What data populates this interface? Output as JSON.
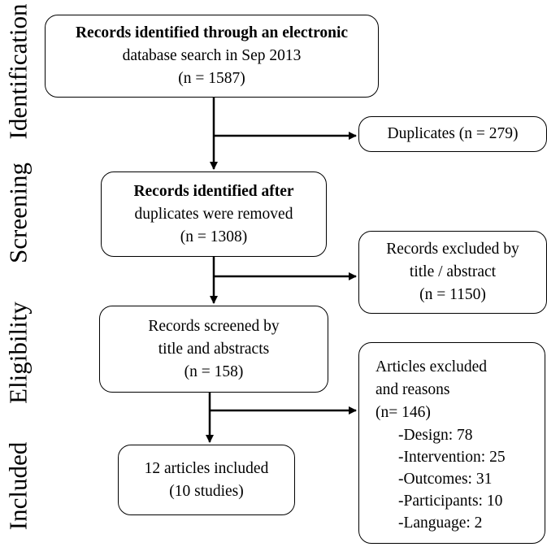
{
  "stages": {
    "identification": "Identification",
    "screening": "Screening",
    "eligibility": "Eligibility",
    "included": "Included"
  },
  "boxes": {
    "identified": {
      "line1": "Records identified through an electronic",
      "line2": "database search in Sep 2013",
      "line3": "(n = 1587)"
    },
    "duplicates": {
      "line1": "Duplicates (n = 279)"
    },
    "after_duplicates": {
      "line1": "Records identified after",
      "line2": "duplicates were removed",
      "line3": "(n = 1308)"
    },
    "excluded_title": {
      "line1": "Records excluded by",
      "line2": "title / abstract",
      "line3": "(n = 1150)"
    },
    "screened": {
      "line1": "Records screened by",
      "line2": "title and abstracts",
      "line3": "(n = 158)"
    },
    "excluded_articles": {
      "line1": "Articles excluded",
      "line2": "and reasons",
      "line3": "(n= 146)",
      "reasons": [
        "-Design: 78",
        "-Intervention: 25",
        "-Outcomes: 31",
        "-Participants: 10",
        "-Language: 2"
      ]
    },
    "included": {
      "line1": "12 articles included",
      "line2": "(10 studies)"
    }
  }
}
